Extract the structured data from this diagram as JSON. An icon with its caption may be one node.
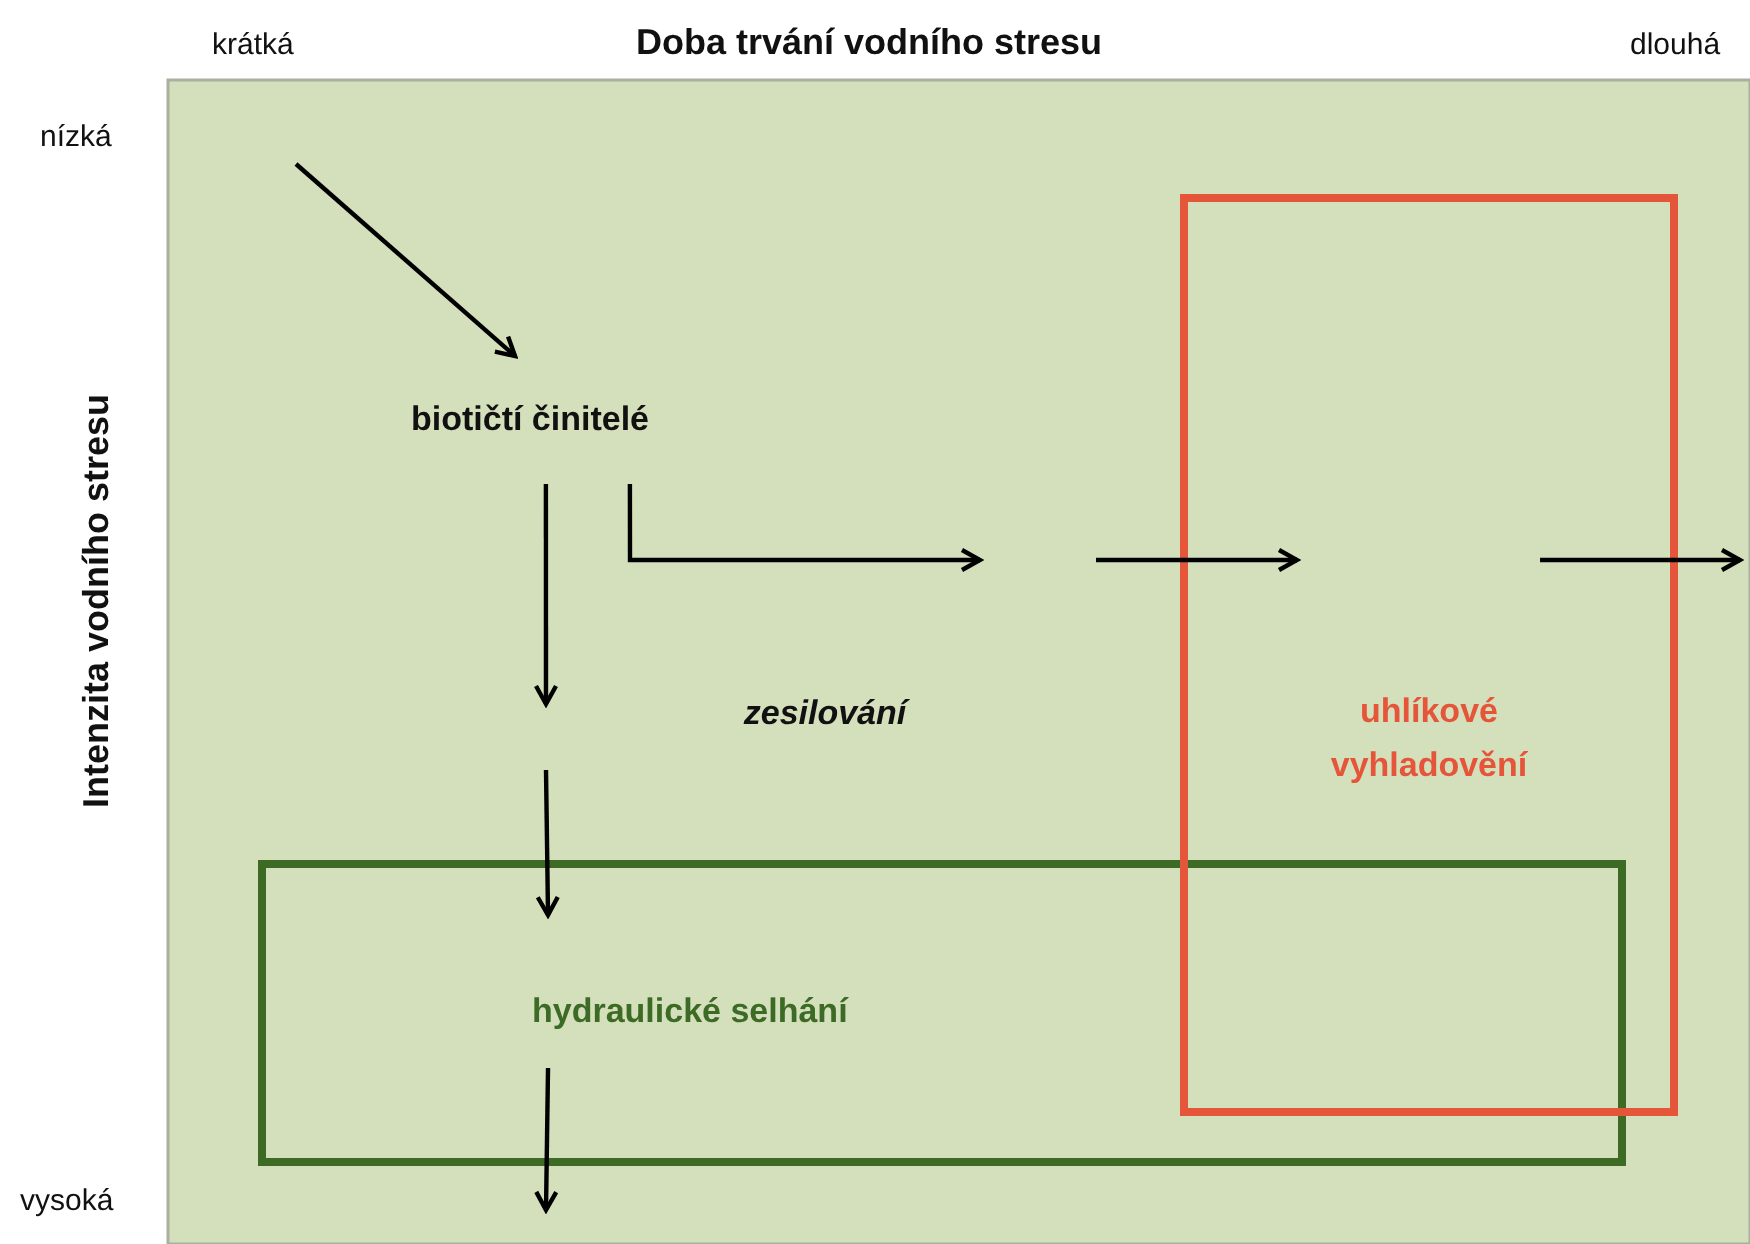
{
  "diagram": {
    "nodes": [
      {
        "text": [
          "biotičtí činitelé"
        ]
      },
      {
        "text": [
          "zesilování"
        ]
      },
      {
        "text": [
          "uhlíkové vyhladovění"
        ]
      },
      {
        "text": [
          "hydraulické selhání"
        ]
      }
    ],
    "edges": [
      {
        "from": null,
        "to": 0,
        "arrow": "to"
      },
      {
        "from": 0,
        "to": null,
        "arrow": "to"
      },
      {
        "from": null,
        "to": 3,
        "arrow": "to"
      },
      {
        "from": 3,
        "to": null,
        "arrow": "to"
      },
      {
        "from": 0,
        "to": null,
        "arrow": "to"
      },
      {
        "from": null,
        "to": 2,
        "arrow": "to"
      },
      {
        "from": 2,
        "to": null,
        "arrow": "to"
      }
    ],
    "labels": [
      "krátká",
      "Doba trvání vodního stresu",
      "dlouhá",
      "nízká",
      "Intenzita vodního stresu",
      "vysoká"
    ]
  }
}
